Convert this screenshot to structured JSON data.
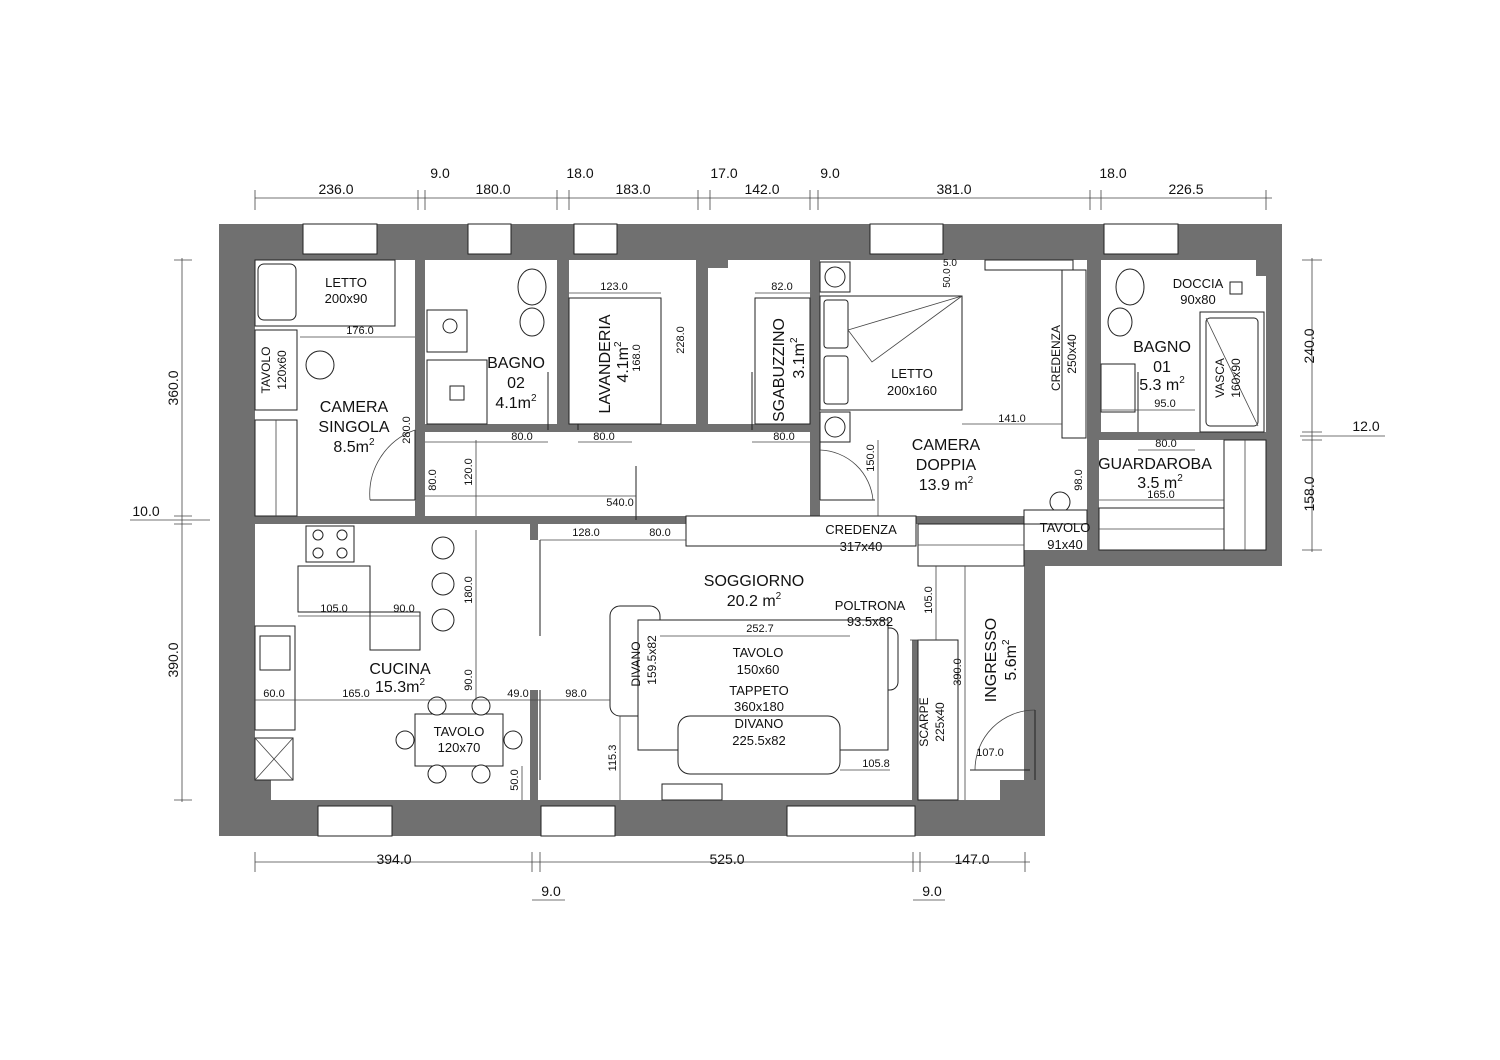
{
  "rooms": {
    "camera_singola": {
      "name1": "CAMERA",
      "name2": "SINGOLA",
      "area": "8.5m",
      "sup": "2"
    },
    "bagno02": {
      "name1": "BAGNO",
      "name2": "02",
      "area": "4.1m",
      "sup": "2"
    },
    "lavanderia": {
      "name": "LAVANDERIA",
      "area": "4.1m",
      "sup": "2"
    },
    "sgabuzzino": {
      "name": "SGABUZZINO",
      "area": "3.1m",
      "sup": "2"
    },
    "camera_doppia": {
      "name1": "CAMERA",
      "name2": "DOPPIA",
      "area": "13.9 m",
      "sup": "2"
    },
    "bagno01": {
      "name1": "BAGNO",
      "name2": "01",
      "area": "5.3 m",
      "sup": "2"
    },
    "guardaroba": {
      "name": "GUARDAROBA",
      "area": "3.5 m",
      "sup": "2"
    },
    "cucina": {
      "name": "CUCINA",
      "area": "15.3m",
      "sup": "2"
    },
    "soggiorno": {
      "name": "SOGGIORNO",
      "area": "20.2 m",
      "sup": "2"
    },
    "ingresso": {
      "name": "INGRESSO",
      "area": "5.6m",
      "sup": "2"
    }
  },
  "furniture": {
    "letto_singolo": {
      "name": "LETTO",
      "size": "200x90"
    },
    "tavolo_camera": {
      "name": "TAVOLO",
      "size": "120x60"
    },
    "letto_doppio": {
      "name": "LETTO",
      "size": "200x160"
    },
    "credenza_camera": {
      "name": "CREDENZA",
      "size": "250x40"
    },
    "doccia": {
      "name": "DOCCIA",
      "size": "90x80"
    },
    "vasca": {
      "name": "VASCA",
      "size": "160x90"
    },
    "tavolo_ingresso": {
      "name": "TAVOLO",
      "size": "91x40"
    },
    "credenza_soggiorno": {
      "name": "CREDENZA",
      "size": "317x40"
    },
    "poltrona": {
      "name": "POLTRONA",
      "size": "93.5x82"
    },
    "tavolo_soggiorno": {
      "name": "TAVOLO",
      "size": "150x60"
    },
    "tappeto": {
      "name": "TAPPETO",
      "size": "360x180"
    },
    "divano_sx": {
      "name": "DIVANO",
      "size": "159.5x82"
    },
    "divano_basso": {
      "name": "DIVANO",
      "size": "225.5x82"
    },
    "scarpe": {
      "name": "SCARPE",
      "size": "225x40"
    },
    "tavolo_cucina": {
      "name": "TAVOLO",
      "size": "120x70"
    }
  },
  "dims_top": [
    "236.0",
    "9.0",
    "180.0",
    "18.0",
    "183.0",
    "17.0",
    "142.0",
    "9.0",
    "381.0",
    "18.0",
    "226.5"
  ],
  "dims_bottom": [
    "394.0",
    "525.0",
    "147.0",
    "9.0",
    "9.0"
  ],
  "dims_left": [
    "360.0",
    "10.0",
    "390.0"
  ],
  "dims_right": [
    "240.0",
    "12.0",
    "158.0"
  ],
  "dims_inner": {
    "d176": "176.0",
    "d280": "280.0",
    "d80a": "80.0",
    "d120": "120.0",
    "d80b": "80.0",
    "d123": "123.0",
    "d168": "168.0",
    "d228": "228.0",
    "d80c": "80.0",
    "d82": "82.0",
    "d80d": "80.0",
    "d50": "50.0",
    "d5": "5.0",
    "d141": "141.0",
    "d150": "150.0",
    "d95": "95.0",
    "d80e": "80.0",
    "d98": "98.0",
    "d165a": "165.0",
    "d540": "540.0",
    "d128": "128.0",
    "d80f": "80.0",
    "d105a": "105.0",
    "d90a": "90.0",
    "d180": "180.0",
    "d60": "60.0",
    "d165b": "165.0",
    "d90b": "90.0",
    "d49": "49.0",
    "d98b": "98.0",
    "d252": "252.7",
    "d1153": "115.3",
    "d500": "50.0",
    "d1058": "105.8",
    "d105b": "105.0",
    "d390": "390.0",
    "d107": "107.0"
  }
}
